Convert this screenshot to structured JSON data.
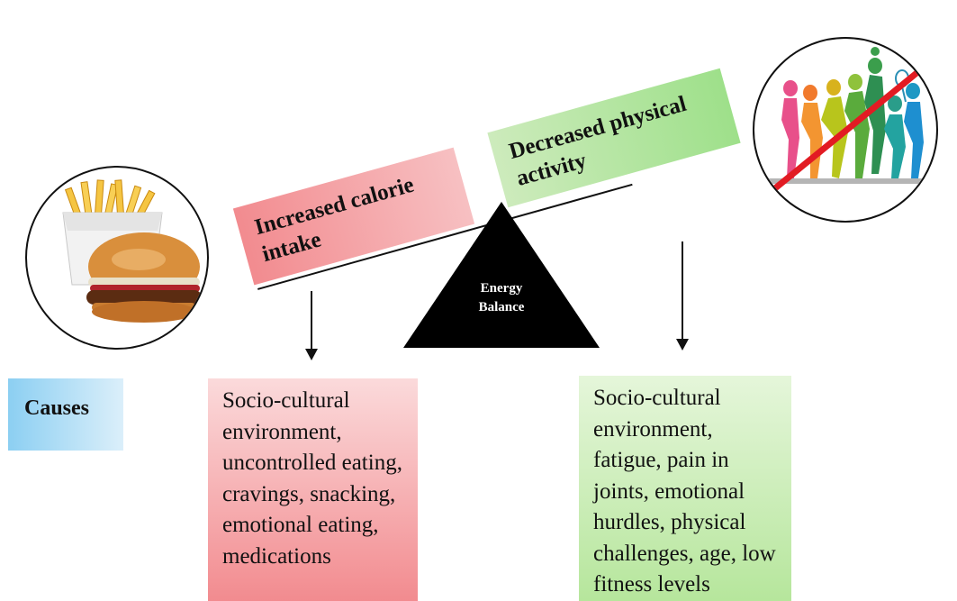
{
  "calorie_label": "Increased calorie intake",
  "activity_label": "Decreased physical activity",
  "fulcrum_label_line1": "Energy",
  "fulcrum_label_line2": "Balance",
  "causes_label": "Causes",
  "calorie_causes": "Socio-cultural environment, uncontrolled eating, cravings, snacking, emotional eating, medications",
  "activity_causes": "Socio-cultural environment, fatigue, pain in joints, emotional hurdles, physical challenges, age, low fitness levels",
  "colors": {
    "calorie_box": "#f28b8f",
    "activity_box": "#c4ebb0",
    "causes_box": "#8ccff2",
    "fulcrum": "#000000",
    "prohibition": "#e21b23"
  }
}
